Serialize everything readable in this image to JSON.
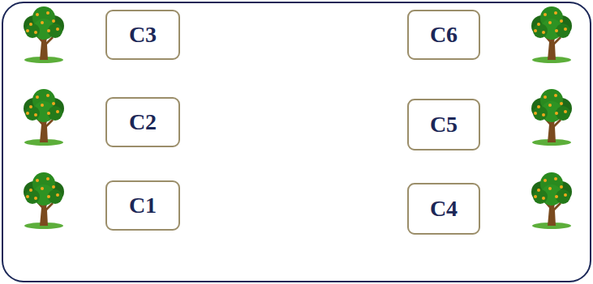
{
  "diagram": {
    "nodes": [
      {
        "text": [
          "C3"
        ]
      },
      {
        "text": [
          "C6"
        ]
      },
      {
        "text": [
          "C2"
        ]
      },
      {
        "text": [
          "C5"
        ]
      },
      {
        "text": [
          "C1"
        ]
      },
      {
        "text": [
          "C4"
        ]
      }
    ]
  }
}
